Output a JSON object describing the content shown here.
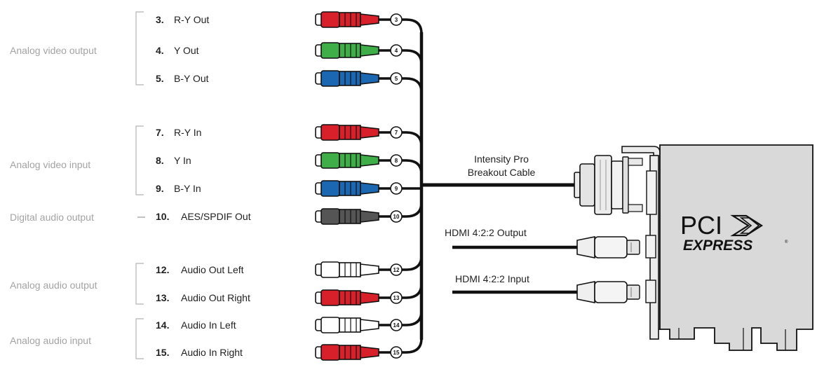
{
  "colors": {
    "red": "#d8202a",
    "green": "#3fae49",
    "blue": "#1c67b2",
    "gray": "#555555",
    "white": "#ffffff",
    "cable": "#111111",
    "card": "#d9d9d9",
    "bracket": "#ebebeb"
  },
  "groups": [
    {
      "label": "Analog video output",
      "bracket": true
    },
    {
      "label": "Analog video input",
      "bracket": true
    },
    {
      "label": "Digital audio output",
      "bracket": false
    },
    {
      "label": "Analog audio output",
      "bracket": true
    },
    {
      "label": "Analog audio input",
      "bracket": true
    }
  ],
  "connectors": [
    {
      "number": "3.",
      "name": "R-Y Out",
      "badge": "3",
      "color": "red",
      "group": 0
    },
    {
      "number": "4.",
      "name": "Y Out",
      "badge": "4",
      "color": "green",
      "group": 0
    },
    {
      "number": "5.",
      "name": "B-Y Out",
      "badge": "5",
      "color": "blue",
      "group": 0
    },
    {
      "number": "7.",
      "name": "R-Y In",
      "badge": "7",
      "color": "red",
      "group": 1
    },
    {
      "number": "8.",
      "name": "Y In",
      "badge": "8",
      "color": "green",
      "group": 1
    },
    {
      "number": "9.",
      "name": "B-Y In",
      "badge": "9",
      "color": "blue",
      "group": 1
    },
    {
      "number": "10.",
      "name": "AES/SPDIF Out",
      "badge": "10",
      "color": "gray",
      "group": 2
    },
    {
      "number": "12.",
      "name": "Audio Out Left",
      "badge": "12",
      "color": "white",
      "group": 3
    },
    {
      "number": "13.",
      "name": "Audio Out Right",
      "badge": "13",
      "color": "red",
      "group": 3
    },
    {
      "number": "14.",
      "name": "Audio In Left",
      "badge": "14",
      "color": "white",
      "group": 4
    },
    {
      "number": "15.",
      "name": "Audio In Right",
      "badge": "15",
      "color": "red",
      "group": 4
    }
  ],
  "breakout_label": {
    "line1": "Intensity Pro",
    "line2": "Breakout Cable"
  },
  "hdmi": [
    {
      "label": "HDMI 4:2:2 Output"
    },
    {
      "label": "HDMI 4:2:2 Input"
    }
  ],
  "card": {
    "logo_line1": "PCI",
    "logo_line2": "EXPRESS"
  }
}
